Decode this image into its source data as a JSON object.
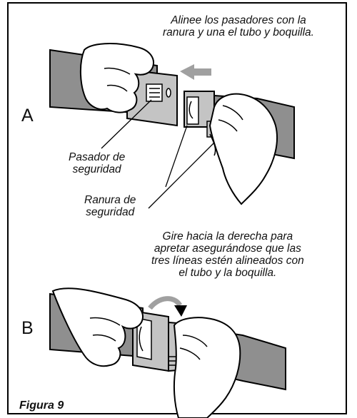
{
  "step_a": {
    "letter": "A",
    "instruction_line1": "Alinee los pasadores con la",
    "instruction_line2": "ranura y una el tubo y boquilla.",
    "label_pin_line1": "Pasador de",
    "label_pin_line2": "seguridad",
    "label_slot_line1": "Ranura de",
    "label_slot_line2": "seguridad"
  },
  "step_b": {
    "letter": "B",
    "instruction_line1": "Gire hacia la derecha para",
    "instruction_line2": "apretar asegurándose que las",
    "instruction_line3": "tres líneas estén alineados con",
    "instruction_line4": "el tubo y la boquilla."
  },
  "caption": "Figura 9",
  "colors": {
    "tube_gray": "#8c8c8c",
    "nozzle_gray": "#bdbdbd",
    "line": "#000000"
  }
}
